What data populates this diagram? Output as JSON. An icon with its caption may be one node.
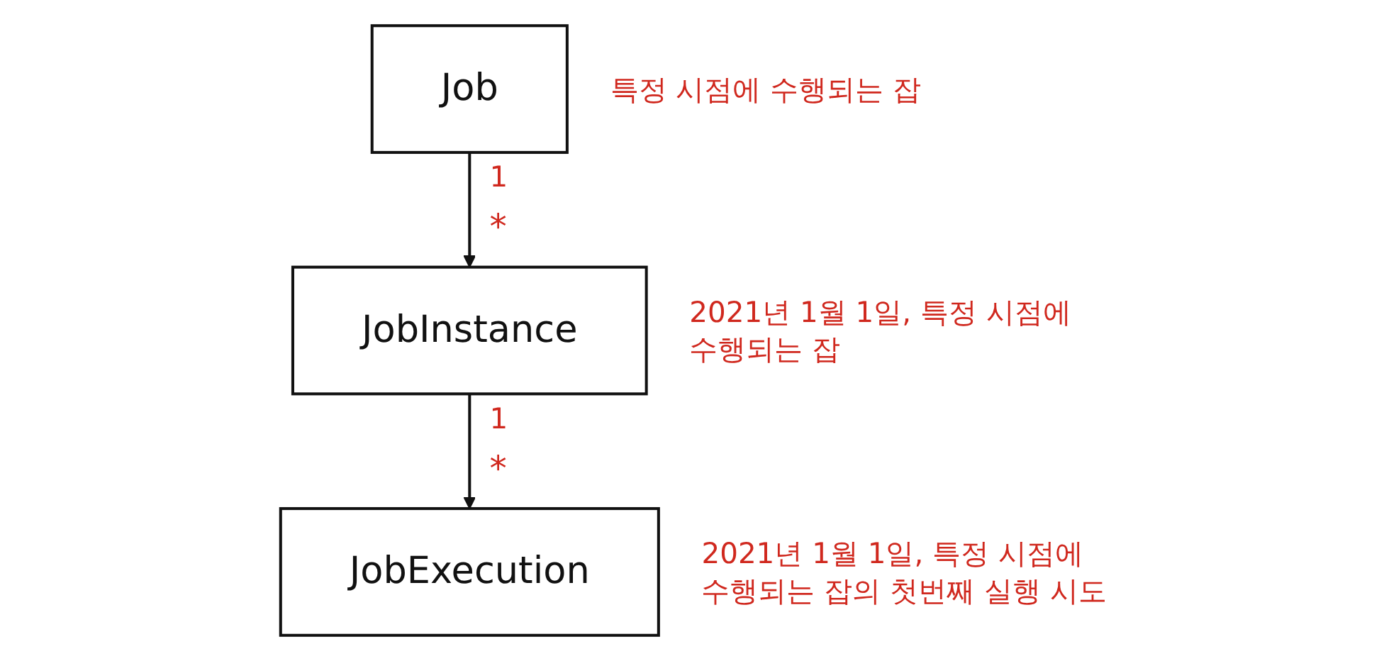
{
  "diagram": {
    "nodes": [
      {
        "text": [
          "Job"
        ],
        "beside": [
          "특정 시점에 수행되는 잡"
        ]
      },
      {
        "text": [
          "JobInstance"
        ],
        "beside": [
          "2021년 1월 1일, 특정 시점에 수행되는 잡"
        ]
      },
      {
        "text": [
          "JobExecution"
        ],
        "beside": [
          "2021년 1월 1일, 특정 시점에 수행되는 잡의 첫번째 실행 시도"
        ]
      }
    ],
    "edges": [
      {
        "from": 0,
        "to": 1,
        "arrow": "to"
      },
      {
        "from": 1,
        "to": 2,
        "arrow": "to"
      }
    ],
    "labels": [
      "1",
      "*",
      "1",
      "*"
    ]
  }
}
